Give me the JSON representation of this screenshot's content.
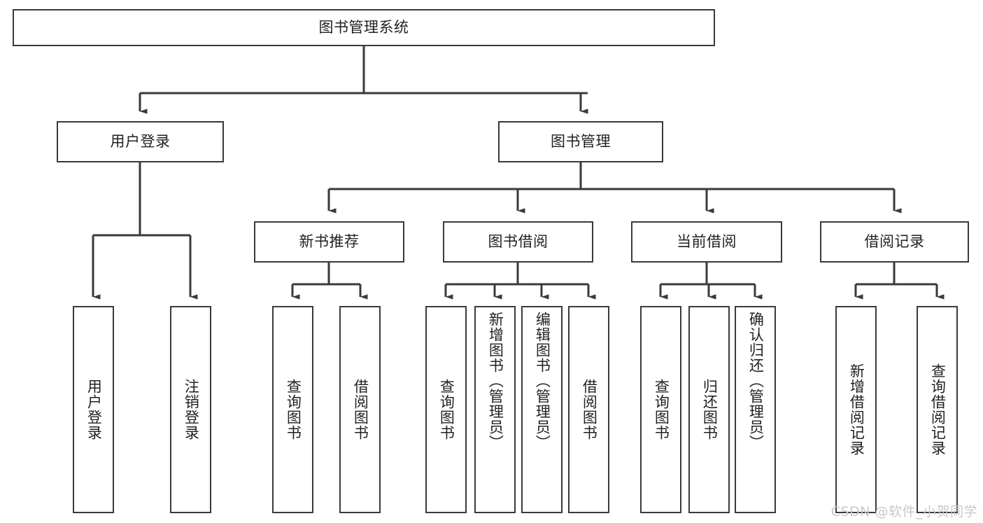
{
  "diagram": {
    "type": "hierarchy-tree",
    "title": "图书管理系统",
    "watermark": "CSDN @软件_小贺同学",
    "colors": {
      "box_border": "#3a3a3c",
      "box_fill": "#ffffff",
      "connector": "#3a3a3c",
      "text": "#231f20",
      "watermark": "#c9c9c9",
      "background": "#ffffff"
    },
    "root": {
      "label": "图书管理系统"
    },
    "level2": [
      {
        "label": "用户登录"
      },
      {
        "label": "图书管理"
      }
    ],
    "level3": [
      {
        "label": "新书推荐"
      },
      {
        "label": "图书借阅"
      },
      {
        "label": "当前借阅"
      },
      {
        "label": "借阅记录"
      }
    ],
    "leaves": {
      "user_login": [
        {
          "label": "用户登录"
        },
        {
          "label": "注销登录"
        }
      ],
      "new_book_recommend": [
        {
          "label": "查询图书"
        },
        {
          "label": "借阅图书"
        }
      ],
      "book_borrow": [
        {
          "label": "查询图书"
        },
        {
          "label": "新增图书（管理员）"
        },
        {
          "label": "编辑图书（管理员）"
        },
        {
          "label": "借阅图书"
        }
      ],
      "current_borrow": [
        {
          "label": "查询图书"
        },
        {
          "label": "归还图书"
        },
        {
          "label": "确认归还（管理员）"
        }
      ],
      "borrow_record": [
        {
          "label": "新增借阅记录"
        },
        {
          "label": "查询借阅记录"
        }
      ]
    }
  }
}
